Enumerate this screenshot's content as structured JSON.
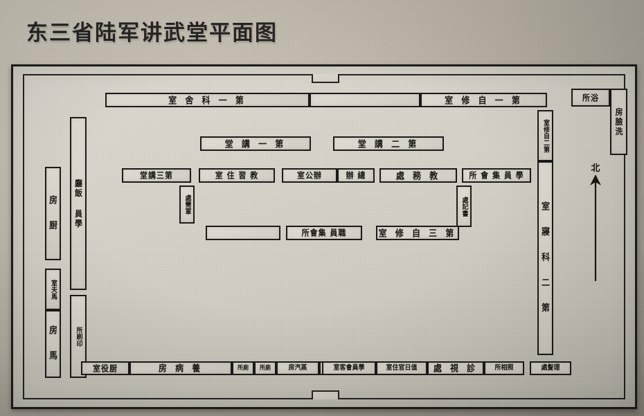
{
  "title": "东三省陆军讲武堂平面图",
  "compass": {
    "label": "北",
    "icon": "north-arrow-icon"
  },
  "plan": {
    "frame_label": "building-outline",
    "rooms": {
      "top_barracks": "室 舍 科 一 第",
      "first_study_room": "室 修 自 一 第",
      "lecture_hall_1": "堂 講 一 第",
      "lecture_hall_2": "堂 講 二 第",
      "lecture_hall_3": "堂講三第",
      "instructor_residence": "室 住 習 教",
      "general_office": "室公辦",
      "director_office": "辦 總",
      "academic_affairs": "處 務 教",
      "student_assembly_hall": "所 會 集 員 學",
      "military_supply": "處需軍",
      "secretariat": "處記書",
      "blank_room": "",
      "staff_assembly_hall": "所會集 員職",
      "third_study_room": "室 修 自 三 第",
      "kitchen": "房 厨",
      "student_dining_hall": "廳飯 員學",
      "groom_room": "室夫馬",
      "stable": "房 馬",
      "printing_office": "所刷印",
      "second_study_room": "室修自二第",
      "second_division_dorm": "室 寢 科 二 第",
      "bath_house": "所浴",
      "wash_room": "房臉洗",
      "cook_quarters": "室役厨",
      "sick_ward": "房 病 養",
      "toilet_a": "所廁",
      "toilet_b": "所廁",
      "steam_room": "房汽蒸",
      "student_reception": "室客會員學",
      "duty_officer_room": "室住官日值",
      "clinic": "處 視 診",
      "photo_studio": "所相照",
      "barber_shop": "處髮理"
    }
  }
}
